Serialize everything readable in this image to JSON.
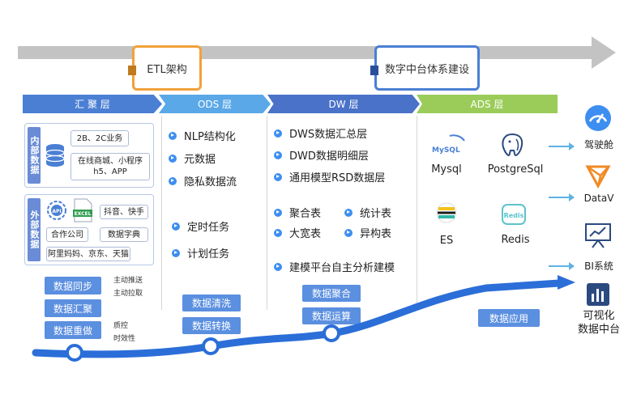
{
  "stages": {
    "etl": "ETL架构",
    "dw_build": "数字中台体系建设"
  },
  "layers": [
    {
      "label": "汇 聚 层",
      "color": "#4a7fd4"
    },
    {
      "label": "ODS 层",
      "color": "#5aa8e8"
    },
    {
      "label": "DW 层",
      "color": "#4a72c8"
    },
    {
      "label": "ADS 层",
      "color": "#9bcc5a"
    }
  ],
  "collect": {
    "internal_label": "内部数据",
    "internal_items": [
      "2B、2C业务",
      "在线商城、小程序\nh5、APP"
    ],
    "external_label": "外部数据",
    "api_badge": "API",
    "excel_badge": "EXCEL",
    "external_items": [
      "抖音、快手",
      "合作公司",
      "数据字典",
      "阿里妈妈、京东、天猫"
    ],
    "sync_btn": "数据同步",
    "sync_notes": [
      "主动推送",
      "主动拉取"
    ],
    "gather_btn": "数据汇聚",
    "heavy_btn": "数据重做",
    "heavy_notes": [
      "质控",
      "时效性"
    ]
  },
  "ods": {
    "items": [
      "NLP结构化",
      "元数据",
      "隐私数据流",
      "定时任务",
      "计划任务"
    ],
    "btns": [
      "数据清洗",
      "数据转换"
    ]
  },
  "dw": {
    "items": [
      "DWS数据汇总层",
      "DWD数据明细层",
      "通用模型RSD数据层"
    ],
    "grid": [
      "聚合表",
      "统计表",
      "大宽表",
      "异构表"
    ],
    "model": "建模平台自主分析建模",
    "btns": [
      "数据聚合",
      "数据运算"
    ]
  },
  "ads": {
    "items": [
      "Mysql",
      "PostgreSql",
      "ES",
      "Redis"
    ],
    "mysql_logo": "MySQL",
    "redis_logo": "Redis",
    "btn": "数据应用"
  },
  "outputs": [
    "驾驶舱",
    "DataV",
    "BI系统",
    "可视化\n数据中台"
  ]
}
